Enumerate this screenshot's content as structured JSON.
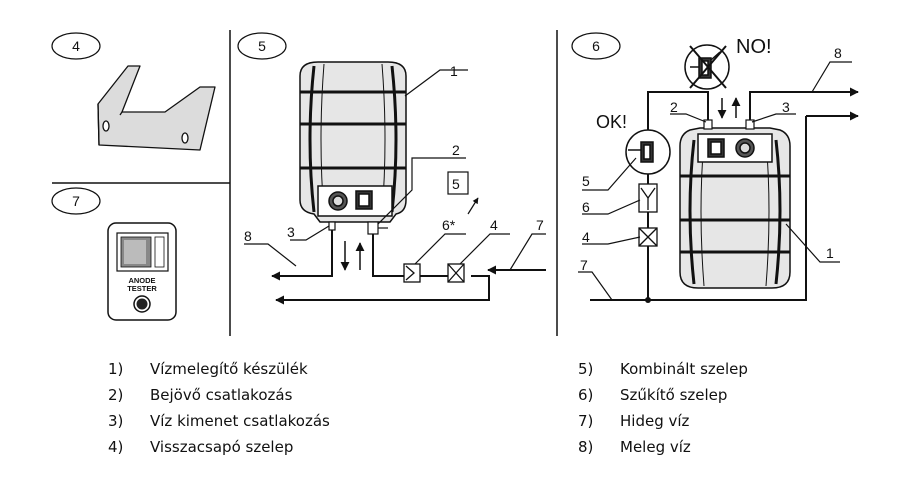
{
  "panels": {
    "p4": {
      "label": "4"
    },
    "p5": {
      "label": "5"
    },
    "p6": {
      "label": "6"
    },
    "p7": {
      "label": "7"
    }
  },
  "anode_tester": {
    "line1": "ANODE",
    "line2": "TESTER"
  },
  "callouts": {
    "p5": {
      "n1": "1",
      "n2": "2",
      "n5box": "5",
      "n3": "3",
      "n8": "8",
      "n6": "6*",
      "n4": "4",
      "n7": "7"
    },
    "p6": {
      "no": "NO!",
      "ok": "OK!",
      "n8": "8",
      "n2": "2",
      "n3": "3",
      "n5": "5",
      "n6": "6",
      "n4": "4",
      "n7": "7",
      "n1": "1"
    }
  },
  "legend": {
    "left": [
      {
        "num": "1)",
        "text": "Vízmelegítő készülék"
      },
      {
        "num": "2)",
        "text": "Bejövő csatlakozás"
      },
      {
        "num": "3)",
        "text": "Víz kimenet csatlakozás"
      },
      {
        "num": "4)",
        "text": "Visszacsapó szelep"
      }
    ],
    "right": [
      {
        "num": "5)",
        "text": "Kombinált szelep"
      },
      {
        "num": "6)",
        "text": "Szűkítő szelep"
      },
      {
        "num": "7)",
        "text": "Hideg víz"
      },
      {
        "num": "8)",
        "text": "Meleg víz"
      }
    ]
  },
  "colors": {
    "line": "#111111",
    "tank": "#e6e6e6",
    "bracket": "#dcdcdc"
  }
}
